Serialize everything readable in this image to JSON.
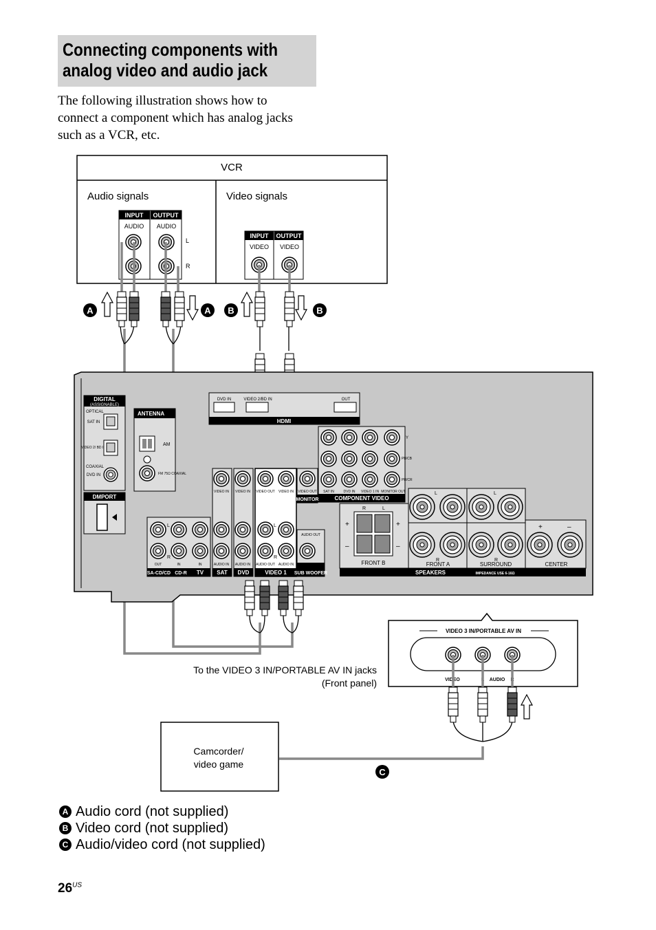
{
  "section_title_lines": [
    "Connecting components with",
    "analog video and audio jack"
  ],
  "intro_lines": [
    "The following illustration shows how to",
    "connect a component which has analog jacks",
    "such as a VCR, etc."
  ],
  "vcr": {
    "title": "VCR",
    "audio_signals": "Audio signals",
    "video_signals": "Video signals",
    "input": "INPUT",
    "output": "OUTPUT",
    "audio": "AUDIO",
    "video": "VIDEO",
    "left": "L",
    "right": "R"
  },
  "markers": {
    "a": "A",
    "b": "B",
    "c": "C"
  },
  "receiver": {
    "digital": "DIGITAL",
    "assignable": "(ASSIGNABLE)",
    "optical": "OPTICAL",
    "sat_in": "SAT IN",
    "video2_bd_in": "VIDEO 2/ BD IN",
    "coaxial": "COAXIAL",
    "dvd_in": "DVD IN",
    "antenna": "ANTENNA",
    "am": "AM",
    "fm": "FM 75Ω COAXIAL",
    "dmport": "DMPORT",
    "hdmi": "HDMI",
    "hdmi_dvd_in": "DVD IN",
    "hdmi_video2_bd_in": "VIDEO 2/BD IN",
    "hdmi_out": "OUT",
    "component_video": "COMPONENT VIDEO",
    "comp_y": "Y",
    "comp_pb": "PB/CB",
    "comp_pr": "PR/CR",
    "comp_sat_in": "SAT IN",
    "comp_dvd_in": "DVD IN",
    "comp_video1_in": "VIDEO 1 IN",
    "comp_monitor_out": "MONITOR OUT",
    "video_in": "VIDEO IN",
    "video_out": "VIDEO OUT",
    "monitor": "MONITOR",
    "audio_in": "AUDIO IN",
    "audio_out": "AUDIO OUT",
    "out": "OUT",
    "in": "IN",
    "sa_cd_cd": "SA-CD/CD",
    "cd_r": "CD-R",
    "tv": "TV",
    "sat": "SAT",
    "dvd": "DVD",
    "video1": "VIDEO 1",
    "sub_woofer": "SUB WOOFER",
    "front_b": "FRONT B",
    "front_a": "FRONT A",
    "surround": "SURROUND",
    "center": "CENTER",
    "speakers": "SPEAKERS",
    "impedance": "IMPEDANCE USE 6-16Ω",
    "plus": "+",
    "minus": "–",
    "left": "L",
    "right": "R"
  },
  "front_panel": {
    "title": "VIDEO 3 IN/PORTABLE AV IN",
    "video": "VIDEO",
    "left": "L",
    "audio": "AUDIO",
    "right": "R"
  },
  "caption_lines": [
    "To the VIDEO 3 IN/PORTABLE AV IN jacks",
    "(Front panel)"
  ],
  "camcorder_lines": [
    "Camcorder/",
    "video game"
  ],
  "legend": [
    {
      "marker": "A",
      "text": "Audio cord (not supplied)"
    },
    {
      "marker": "B",
      "text": "Video cord (not supplied)"
    },
    {
      "marker": "C",
      "text": "Audio/video cord (not supplied)"
    }
  ],
  "page_number": "26",
  "page_suffix": "US"
}
